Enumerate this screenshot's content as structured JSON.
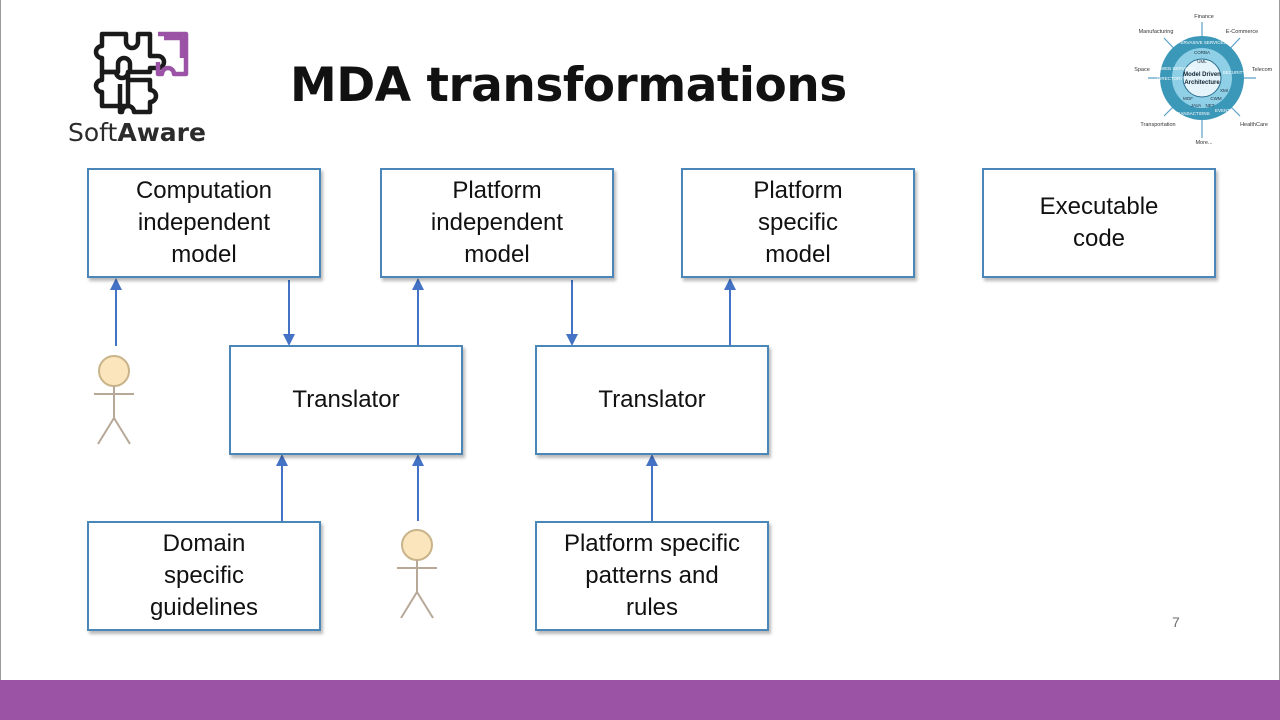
{
  "slide": {
    "title": "MDA transformations",
    "page_number": "7",
    "footer_color": "#9b53a6"
  },
  "logo": {
    "name_prefix": "Soft",
    "name_bold": "Aware",
    "icon": "puzzle-pieces-icon",
    "accent_color": "#9b53a6"
  },
  "mda_badge": {
    "center_line1": "Model Driven",
    "center_line2": "Architecture",
    "ring_labels": [
      "PERVASIVE SERVICES",
      "CORBA",
      "UML",
      "MOF",
      "CWM",
      "XMI",
      "JAVA",
      "NET",
      "WEB SERVICES",
      "DIRECTORY",
      "SECURITY",
      "TRANSACTIONS",
      "EVENTS"
    ],
    "industries": [
      "Finance",
      "E-Commerce",
      "Telecom",
      "HealthCare",
      "More...",
      "Transportation",
      "Space",
      "Manufacturing"
    ]
  },
  "diagram": {
    "boxes": {
      "cim": "Computation\nindependent\nmodel",
      "pim": "Platform\nindependent\nmodel",
      "psm": "Platform\nspecific\nmodel",
      "code": "Executable\ncode",
      "translator1": "Translator",
      "translator2": "Translator",
      "guidelines": "Domain\nspecific\nguidelines",
      "patterns": "Platform specific\npatterns and\nrules"
    },
    "actors": [
      "actor-1",
      "actor-2"
    ],
    "arrow_color": "#4472c4",
    "box_border_color": "#4a86b8"
  }
}
